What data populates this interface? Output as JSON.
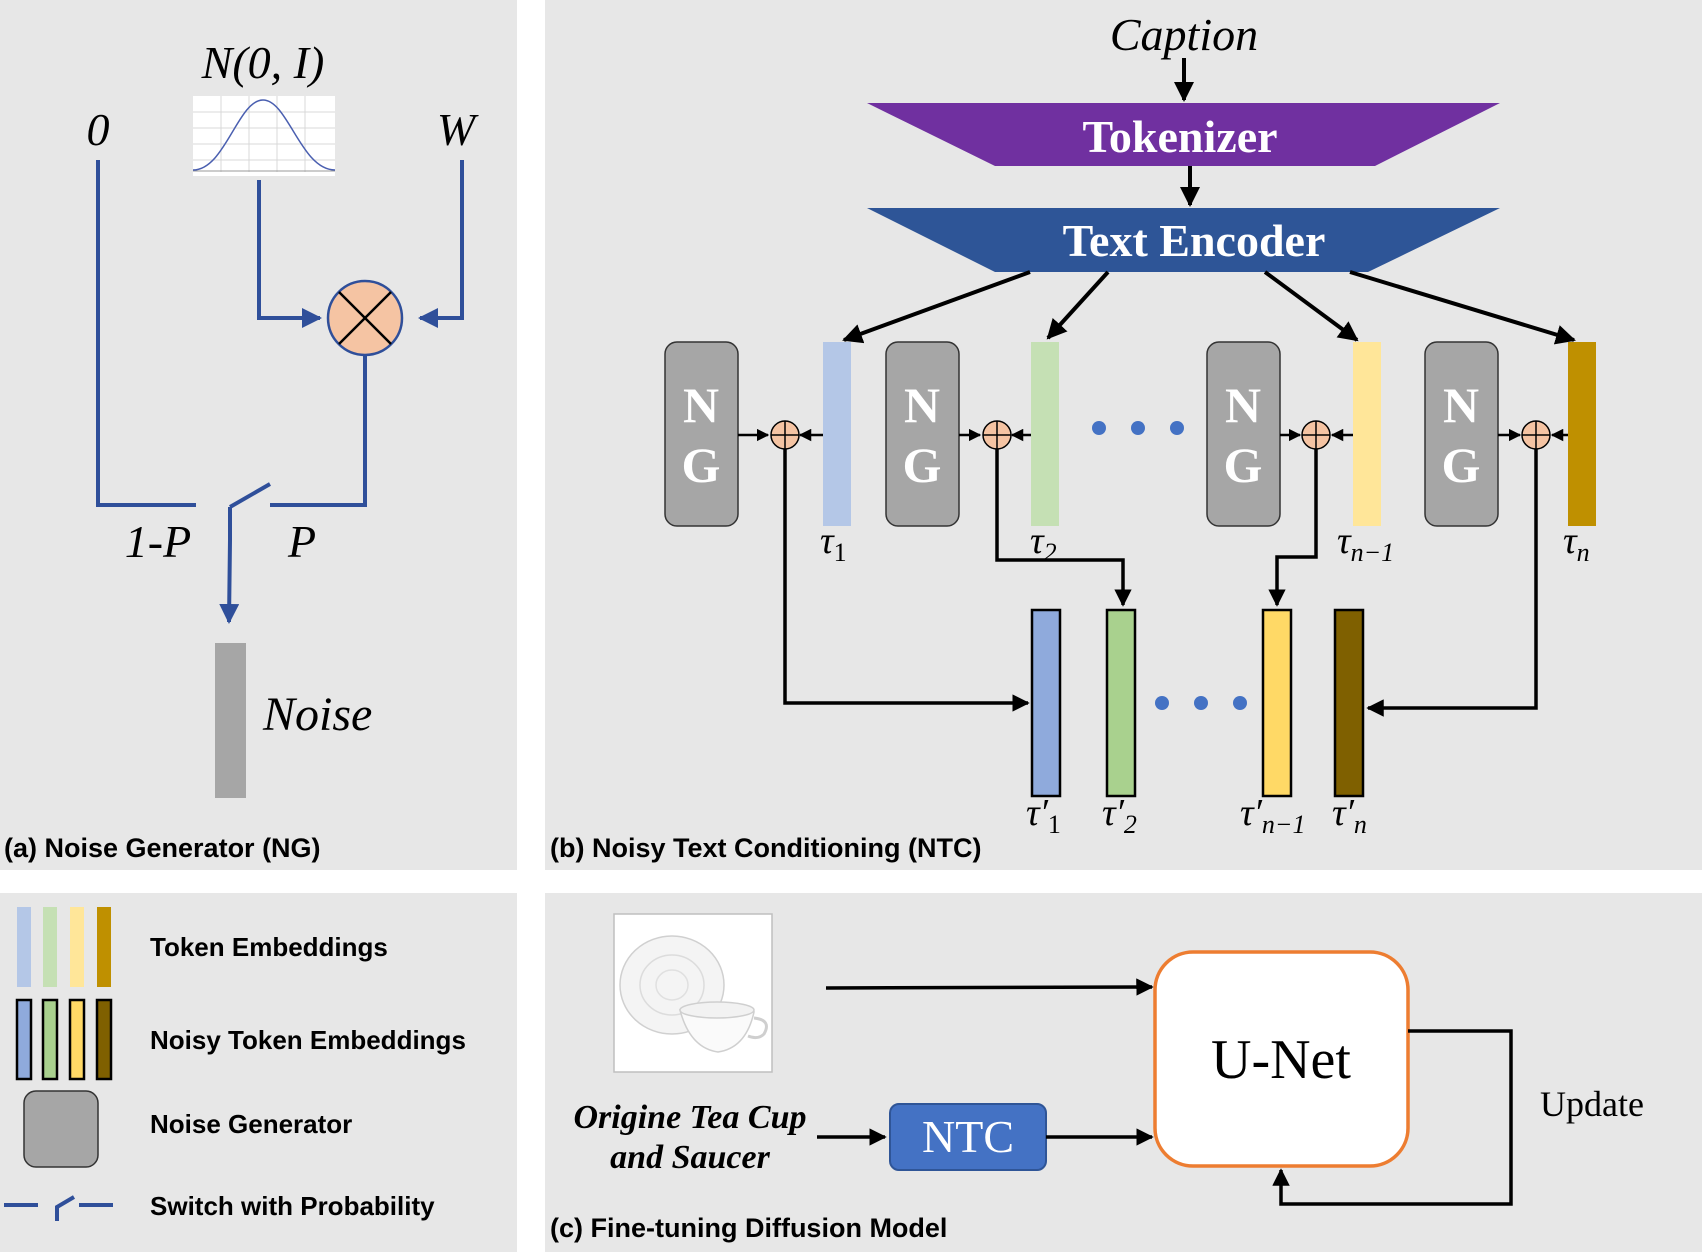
{
  "panel_a": {
    "caption": "(a) Noise Generator (NG)",
    "label_zero": "0",
    "label_normal": "N(0, I)",
    "label_w": "W",
    "label_one_minus_p": "1-P",
    "label_p": "P",
    "label_noise": "Noise"
  },
  "panel_b": {
    "caption": "(b) Noisy Text Conditioning (NTC)",
    "caption_input": "Caption",
    "tokenizer": "Tokenizer",
    "text_encoder": "Text Encoder",
    "ng_letter_1": "N",
    "ng_letter_2": "G",
    "tau": "τ",
    "tau_prime": "τ′",
    "sub_1": "1",
    "sub_2": "2",
    "sub_n_minus_1": "n−1",
    "sub_n": "n"
  },
  "legend": {
    "token_embeddings": "Token Embeddings",
    "noisy_token_embeddings": "Noisy Token Embeddings",
    "noise_generator": "Noise Generator",
    "switch": "Switch with Probability"
  },
  "panel_c": {
    "caption": "(c) Fine-tuning Diffusion Model",
    "prompt_line1": "Origine Tea Cup",
    "prompt_line2": "and Saucer",
    "ntc": "NTC",
    "unet": "U-Net",
    "update": "Update"
  },
  "colors": {
    "panel_bg": "#e7e7e7",
    "blue_line": "#2f4f9a",
    "tokenizer": "#7030a0",
    "encoder": "#2e5597",
    "ng_box": "#a6a6a6",
    "multiply_fill": "#f5c4a3",
    "token_1": "#b4c7e7",
    "token_2": "#c5e0b4",
    "token_3": "#ffe699",
    "token_4": "#bf9000",
    "noisy_1": "#8faadc",
    "noisy_2": "#a9d18e",
    "noisy_3": "#ffd966",
    "noisy_4": "#7f6000",
    "ntc_box": "#4472c4",
    "unet_border": "#ed7d31"
  }
}
